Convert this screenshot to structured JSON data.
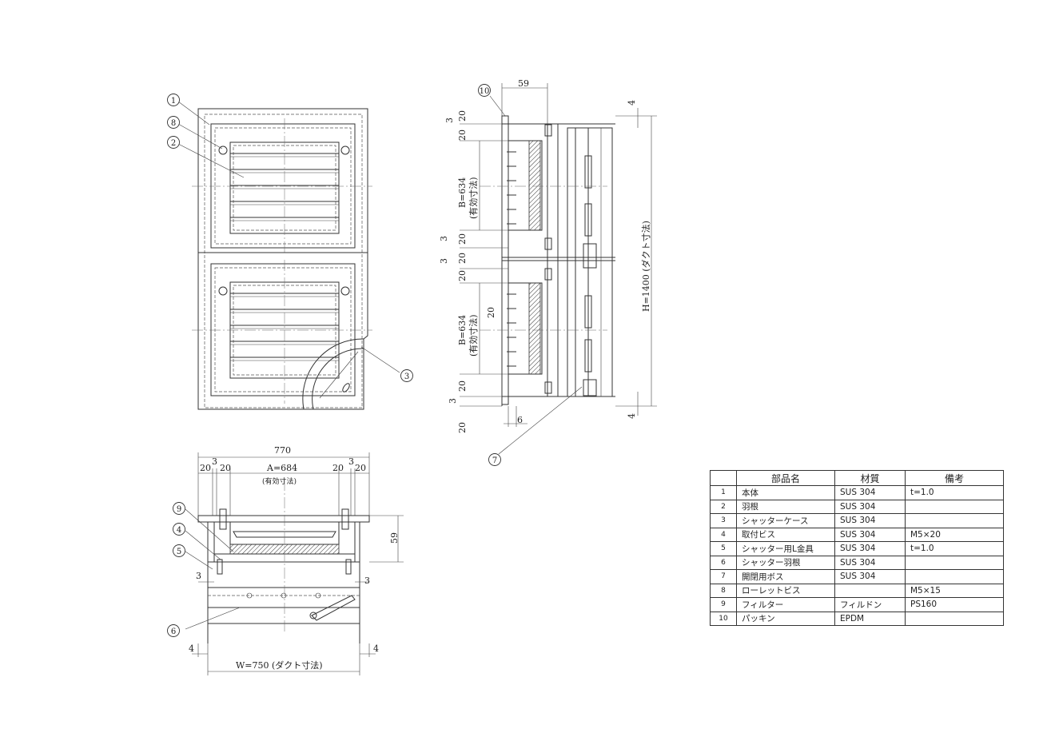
{
  "dimensions": {
    "front_top_depth": "59",
    "front_3_labels": [
      "3",
      "3",
      "3"
    ],
    "front_20_labels": [
      "20",
      "20",
      "20",
      "20",
      "20",
      "20",
      "20"
    ],
    "front_eff_b1": "B=634",
    "front_eff_b2": "B=634",
    "effective_size": "(有効寸法)",
    "front_4_top": "4",
    "front_4_bottom": "4",
    "front_pitch_20": "20",
    "front_6": "6",
    "duct_height": "H=1400 (ダクト寸法)",
    "plan_770": "770",
    "plan_20a": "20",
    "plan_3a": "3",
    "plan_20b": "20",
    "plan_a": "A=684",
    "plan_20c": "20",
    "plan_3b": "3",
    "plan_20d": "20",
    "plan_59": "59",
    "plan_3_left": "3",
    "plan_3_right": "3",
    "plan_4_left": "4",
    "plan_4_right": "4",
    "duct_width": "W=750 (ダクト寸法)"
  },
  "bubbles": {
    "b1": "1",
    "b8": "8",
    "b2": "2",
    "b3": "3",
    "b10": "10",
    "b7": "7",
    "b9": "9",
    "b4": "4",
    "b5": "5",
    "b6": "6"
  },
  "parts_table": {
    "headers": [
      "部品名",
      "材質",
      "備考"
    ],
    "rows": [
      {
        "no": "1",
        "name": "本体",
        "material": "SUS 304",
        "note": "t=1.0"
      },
      {
        "no": "2",
        "name": "羽根",
        "material": "SUS 304",
        "note": ""
      },
      {
        "no": "3",
        "name": "シャッターケース",
        "material": "SUS 304",
        "note": ""
      },
      {
        "no": "4",
        "name": "取付ビス",
        "material": "SUS 304",
        "note": "M5×20"
      },
      {
        "no": "5",
        "name": "シャッター用L金具",
        "material": "SUS 304",
        "note": "t=1.0"
      },
      {
        "no": "6",
        "name": "シャッター羽根",
        "material": "SUS 304",
        "note": ""
      },
      {
        "no": "7",
        "name": "開閉用ボス",
        "material": "SUS 304",
        "note": ""
      },
      {
        "no": "8",
        "name": "ローレットビス",
        "material": "",
        "note": "M5×15"
      },
      {
        "no": "9",
        "name": "フィルター",
        "material": "フィルドン",
        "note": "PS160"
      },
      {
        "no": "10",
        "name": "パッキン",
        "material": "EPDM",
        "note": ""
      }
    ]
  }
}
